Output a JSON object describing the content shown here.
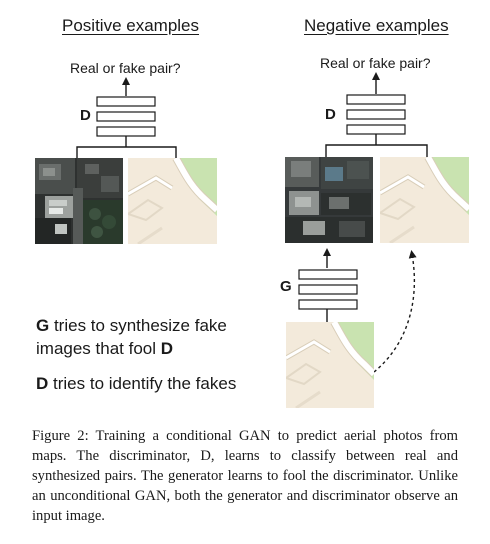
{
  "diagram": {
    "positive": {
      "heading": "Positive examples",
      "question": "Real or fake pair?",
      "discriminator_label": "D"
    },
    "negative": {
      "heading": "Negative examples",
      "question": "Real or fake pair?",
      "discriminator_label": "D",
      "generator_label": "G"
    },
    "notes": {
      "g_note_line1_letter": "G",
      "g_note_line1_text": " tries to synthesize fake",
      "g_note_line2_text": "images that fool ",
      "g_note_line2_letter": "D",
      "d_note_letter": "D",
      "d_note_text": " tries to identify the fakes"
    }
  },
  "caption": {
    "text": "Figure 2: Training a conditional GAN to predict aerial photos from maps. The discriminator, D, learns to classify between real and synthesized pairs. The generator learns to fool the discriminator. Unlike an unconditional GAN, both the generator and discriminator observe an input image."
  },
  "colors": {
    "map_background": "#f3eadb",
    "map_park": "#c9e3b0",
    "map_road": "#ffffff",
    "map_road_outline": "#d8cdb8",
    "aerial_dark": "#2e3130",
    "line": "#1a1a1a"
  }
}
